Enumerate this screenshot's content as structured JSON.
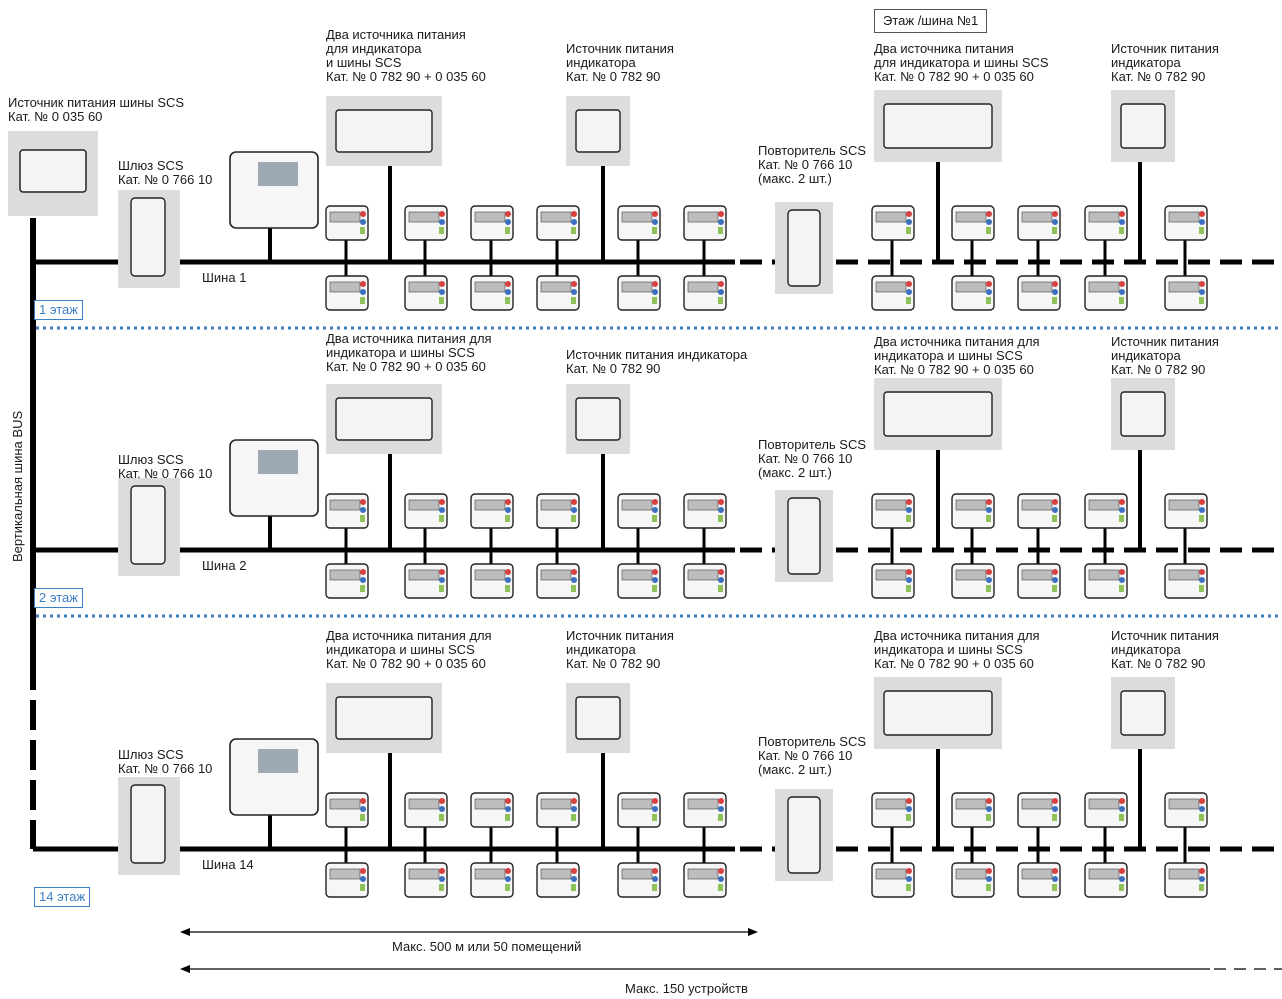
{
  "header": {
    "label": "Этаж /шина №1"
  },
  "vertical_bus_label": "Вертикальная шина BUS",
  "bus_psu": [
    "Источник питания шины SCS",
    "Кат. № 0 035 60"
  ],
  "floors": [
    {
      "floor_label": "1 этаж",
      "bus_label": "Шина 1",
      "gateway": [
        "Шлюз SCS",
        "Кат. № 0 766 10"
      ],
      "dual_psu_left": [
        "Два источника питания",
        "для индикатора",
        "и шины SCS",
        "Кат. № 0 782 90 + 0 035 60"
      ],
      "psu_left": [
        "Источник питания",
        "индикатора",
        "Кат. № 0 782 90"
      ],
      "repeater": [
        "Повторитель SCS",
        "Кат. № 0 766 10",
        "(макс. 2 шт.)"
      ],
      "dual_psu_right": [
        "Два источника питания",
        "для индикатора и шины SCS",
        "Кат. № 0 782 90 + 0 035 60"
      ],
      "psu_right": [
        "Источник питания",
        "индикатора",
        "Кат. № 0 782 90"
      ]
    },
    {
      "floor_label": "2 этаж",
      "bus_label": "Шина 2",
      "gateway": [
        "Шлюз SCS",
        "Кат. № 0 766 10"
      ],
      "dual_psu_left": [
        "Два источника питания для",
        "индикатора и шины SCS",
        "Кат. № 0 782 90 + 0 035 60"
      ],
      "psu_left": [
        "Источник питания индикатора",
        "Кат. № 0 782 90"
      ],
      "repeater": [
        "Повторитель SCS",
        "Кат. № 0 766 10",
        "(макс. 2 шт.)"
      ],
      "dual_psu_right": [
        "Два источника питания для",
        "индикатора и шины SCS",
        "Кат. № 0 782 90 + 0 035 60"
      ],
      "psu_right": [
        "Источник питания",
        "индикатора",
        "Кат. № 0 782 90"
      ]
    },
    {
      "floor_label": "14 этаж",
      "bus_label": "Шина 14",
      "gateway": [
        "Шлюз SCS",
        "Кат. № 0 766 10"
      ],
      "dual_psu_left": [
        "Два источника питания для",
        "индикатора и шины SCS",
        "Кат. № 0 782 90 + 0 035 60"
      ],
      "psu_left": [
        "Источник питания",
        "индикатора",
        "Кат. № 0 782 90"
      ],
      "repeater": [
        "Повторитель SCS",
        "Кат. № 0 766 10",
        "(макс. 2 шт.)"
      ],
      "dual_psu_right": [
        "Два источника питания для",
        "индикатора и шины SCS",
        "Кат. № 0 782 90 +  0 035 60"
      ],
      "psu_right": [
        "Источник питания",
        "индикатора",
        "Кат. № 0 782 90"
      ]
    }
  ],
  "dimension_500": "Макс. 500 м или 50 помещений",
  "dimension_150": "Макс. 150 устройств",
  "colors": {
    "floor_label": "#3b7fc4",
    "separator": "#3b7fc4",
    "bus": "#000000",
    "device_panel": "#dcdcdc",
    "keypad_red": "#d94040",
    "keypad_blue": "#3c6fc0",
    "keypad_green": "#8fc25a"
  }
}
